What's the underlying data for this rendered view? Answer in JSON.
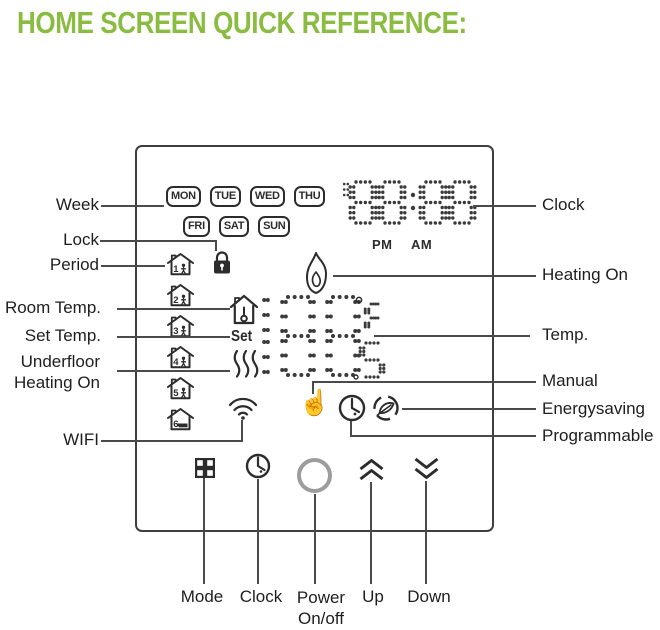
{
  "title": "HOME SCREEN QUICK REFERENCE:",
  "colors": {
    "title_green": "#8abc41",
    "ink": "#2c2c2c",
    "power_ring_gray": "#9c9c9c"
  },
  "device": {
    "week_row1": [
      "MON",
      "TUE",
      "WED",
      "THU"
    ],
    "week_row2": [
      "FRI",
      "SAT",
      "SUN"
    ],
    "clock_value": "88:88",
    "pm": "PM",
    "am": "AM",
    "set_label": "Set",
    "temp_value": "188",
    "temp_unit_top": "°F",
    "temp_unit_bottom": "5",
    "period_numbers": [
      "1",
      "2",
      "3",
      "4",
      "5",
      "6"
    ]
  },
  "icons": {
    "manual_hand_glyph": "☝"
  },
  "labels": {
    "left": {
      "week": "Week",
      "lock": "Lock",
      "period": "Period",
      "room_temp": "Room Temp.",
      "set_temp": "Set Temp.",
      "underfloor_1": "Underfloor",
      "underfloor_2": "Heating On",
      "wifi": "WIFI"
    },
    "right": {
      "clock": "Clock",
      "heating_on": "Heating On",
      "temp": "Temp.",
      "manual": "Manual",
      "energysaving": "Energysaving",
      "programmable": "Programmable"
    },
    "bottom": {
      "mode": "Mode",
      "clock": "Clock",
      "power_1": "Power",
      "power_2": "On/off",
      "up": "Up",
      "down": "Down"
    }
  }
}
